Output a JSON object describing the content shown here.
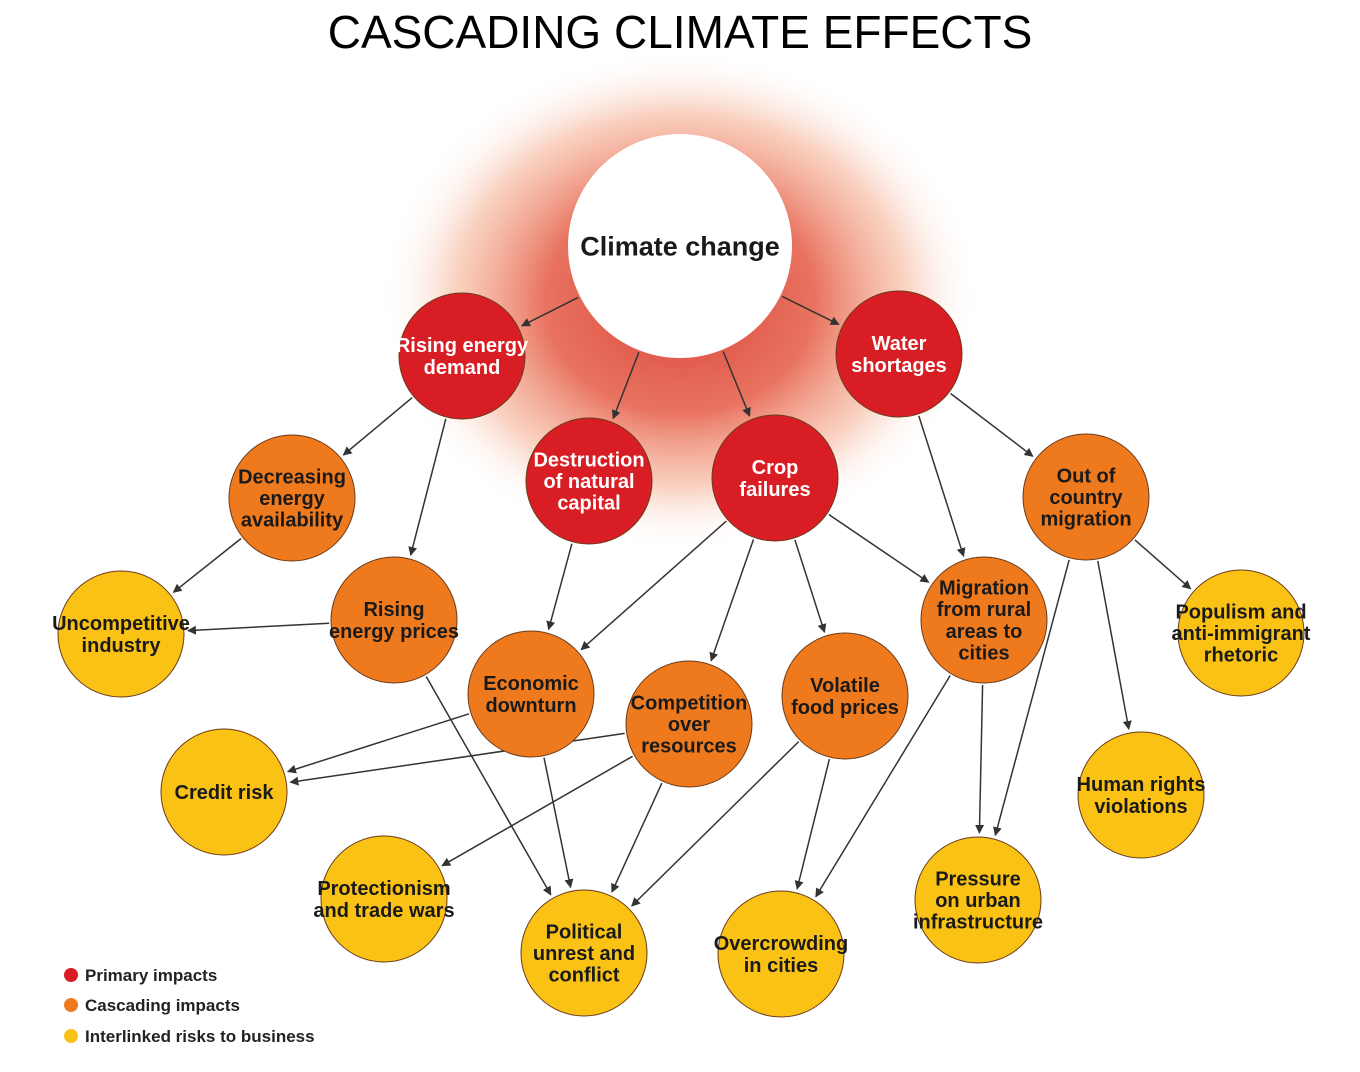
{
  "title": "CASCADING CLIMATE EFFECTS",
  "colors": {
    "central": "#ffffff",
    "primary": "#d81e24",
    "cascading": "#ef7a1e",
    "risk": "#f9c215",
    "arrow": "#333333",
    "glow": "#e04a3a"
  },
  "nodes": [
    {
      "id": "climate",
      "level": "central",
      "lines": [
        "Climate change"
      ]
    },
    {
      "id": "energy_demand",
      "level": "primary",
      "lines": [
        "Rising energy",
        "demand"
      ]
    },
    {
      "id": "water",
      "level": "primary",
      "lines": [
        "Water",
        "shortages"
      ]
    },
    {
      "id": "natural_capital",
      "level": "primary",
      "lines": [
        "Destruction",
        "of natural",
        "capital"
      ]
    },
    {
      "id": "crop",
      "level": "primary",
      "lines": [
        "Crop",
        "failures"
      ]
    },
    {
      "id": "energy_avail",
      "level": "cascading",
      "lines": [
        "Decreasing",
        "energy",
        "availability"
      ]
    },
    {
      "id": "energy_prices",
      "level": "cascading",
      "lines": [
        "Rising",
        "energy prices"
      ]
    },
    {
      "id": "econ",
      "level": "cascading",
      "lines": [
        "Economic",
        "downturn"
      ]
    },
    {
      "id": "competition",
      "level": "cascading",
      "lines": [
        "Competition",
        "over",
        "resources"
      ]
    },
    {
      "id": "food_prices",
      "level": "cascading",
      "lines": [
        "Volatile",
        "food prices"
      ]
    },
    {
      "id": "rural_migration",
      "level": "cascading",
      "lines": [
        "Migration",
        "from rural",
        "areas to",
        "cities"
      ]
    },
    {
      "id": "country_migration",
      "level": "cascading",
      "lines": [
        "Out of",
        "country",
        "migration"
      ]
    },
    {
      "id": "uncompetitive",
      "level": "risk",
      "lines": [
        "Uncompetitive",
        "industry"
      ]
    },
    {
      "id": "credit",
      "level": "risk",
      "lines": [
        "Credit risk"
      ]
    },
    {
      "id": "protectionism",
      "level": "risk",
      "lines": [
        "Protectionism",
        "and trade wars"
      ]
    },
    {
      "id": "unrest",
      "level": "risk",
      "lines": [
        "Political",
        "unrest and",
        "conflict"
      ]
    },
    {
      "id": "overcrowding",
      "level": "risk",
      "lines": [
        "Overcrowding",
        "in cities"
      ]
    },
    {
      "id": "urban",
      "level": "risk",
      "lines": [
        "Pressure",
        "on urban",
        "infrastructure"
      ]
    },
    {
      "id": "human_rights",
      "level": "risk",
      "lines": [
        "Human rights",
        "violations"
      ]
    },
    {
      "id": "populism",
      "level": "risk",
      "lines": [
        "Populism and",
        "anti-immigrant",
        "rhetoric"
      ]
    }
  ],
  "edges": [
    [
      "climate",
      "energy_demand"
    ],
    [
      "climate",
      "natural_capital"
    ],
    [
      "climate",
      "crop"
    ],
    [
      "climate",
      "water"
    ],
    [
      "energy_demand",
      "energy_avail"
    ],
    [
      "energy_demand",
      "energy_prices"
    ],
    [
      "energy_avail",
      "uncompetitive"
    ],
    [
      "energy_prices",
      "uncompetitive"
    ],
    [
      "energy_prices",
      "unrest"
    ],
    [
      "natural_capital",
      "econ"
    ],
    [
      "crop",
      "econ"
    ],
    [
      "crop",
      "competition"
    ],
    [
      "crop",
      "food_prices"
    ],
    [
      "crop",
      "rural_migration"
    ],
    [
      "water",
      "rural_migration"
    ],
    [
      "water",
      "country_migration"
    ],
    [
      "econ",
      "credit"
    ],
    [
      "econ",
      "unrest"
    ],
    [
      "competition",
      "credit"
    ],
    [
      "competition",
      "protectionism"
    ],
    [
      "competition",
      "unrest"
    ],
    [
      "food_prices",
      "unrest"
    ],
    [
      "food_prices",
      "overcrowding"
    ],
    [
      "rural_migration",
      "overcrowding"
    ],
    [
      "rural_migration",
      "urban"
    ],
    [
      "country_migration",
      "urban"
    ],
    [
      "country_migration",
      "human_rights"
    ],
    [
      "country_migration",
      "populism"
    ]
  ],
  "legend": [
    {
      "level": "primary",
      "label": "Primary impacts"
    },
    {
      "level": "cascading",
      "label": "Cascading impacts"
    },
    {
      "level": "risk",
      "label": "Interlinked risks to business"
    }
  ]
}
